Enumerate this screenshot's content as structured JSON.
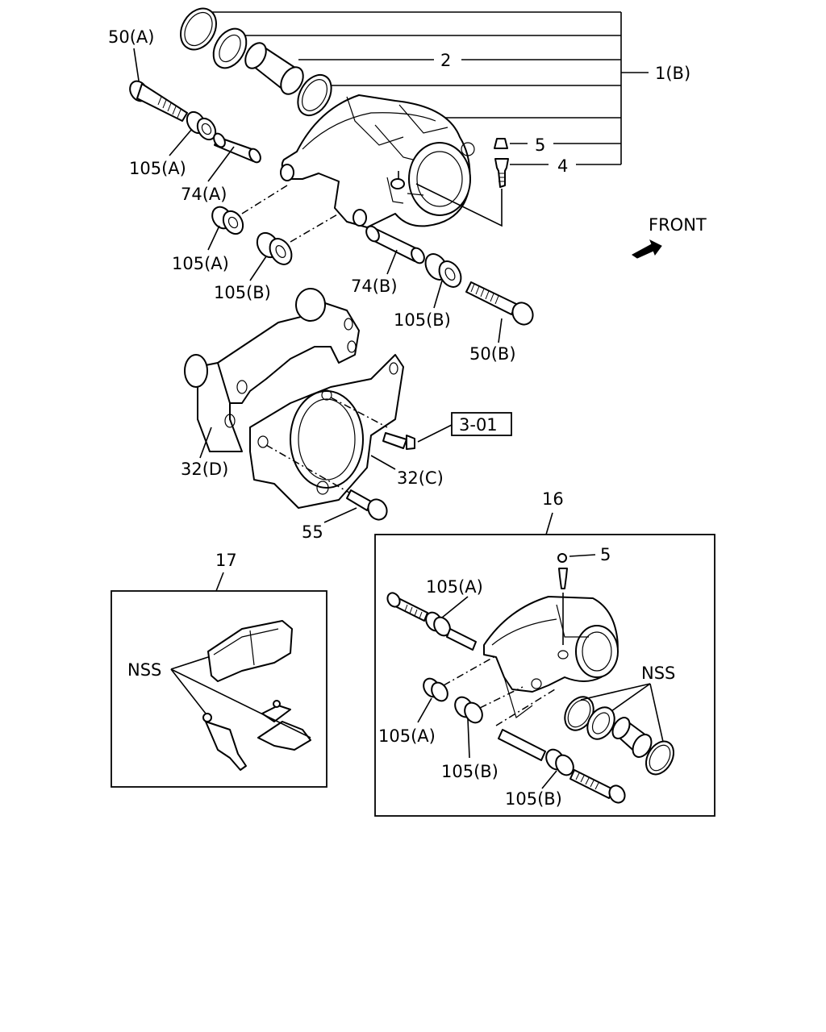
{
  "labels": {
    "l50a": "50(A)",
    "l2": "2",
    "l1b": "1(B)",
    "l5": "5",
    "l4": "4",
    "l105a_1": "105(A)",
    "l74a": "74(A)",
    "l105a_2": "105(A)",
    "l105b_1": "105(B)",
    "l74b": "74(B)",
    "l105b_2": "105(B)",
    "l50b": "50(B)",
    "lfront": "FRONT",
    "lref": "3-01",
    "l32d": "32(D)",
    "l32c": "32(C)",
    "l55": "55",
    "l16": "16",
    "l17": "17",
    "lnss_17": "NSS",
    "l5_16": "5",
    "l105a_16a": "105(A)",
    "l105a_16b": "105(A)",
    "l105b_16a": "105(B)",
    "l105b_16b": "105(B)",
    "lnss_16": "NSS"
  }
}
